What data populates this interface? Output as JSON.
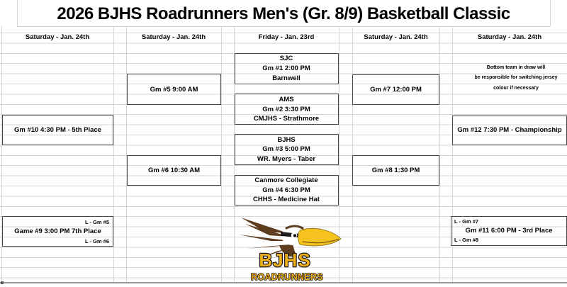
{
  "title": "2026 BJHS Roadrunners Men's (Gr. 8/9) Basketball Classic",
  "headers": [
    "Saturday - Jan. 24th",
    "Saturday - Jan. 24th",
    "Friday - Jan. 23rd",
    "Saturday - Jan. 24th",
    "Saturday - Jan. 24th"
  ],
  "games": {
    "g1": {
      "team1": "SJC",
      "info": "Gm #1 2:00 PM",
      "team2": "Barnwell"
    },
    "g2": {
      "team1": "AMS",
      "info": "Gm #2  3:30 PM",
      "team2": "CMJHS - Strathmore"
    },
    "g3": {
      "team1": "BJHS",
      "info": "Gm #3 5:00 PM",
      "team2": "WR. Myers - Taber"
    },
    "g4": {
      "team1": "Canmore Collegiate",
      "info": "Gm #4 6:30 PM",
      "team2": "CHHS - Medicine Hat"
    },
    "g5": {
      "info": "Gm #5 9:00 AM"
    },
    "g6": {
      "info": "Gm #6 10:30 AM"
    },
    "g7": {
      "info": "Gm #7 12:00 PM"
    },
    "g8": {
      "info": "Gm #8 1:30 PM"
    },
    "g9": {
      "source1": "L - Gm #5",
      "info": "Game #9 3:00 PM 7th Place",
      "source2": "L - Gm #6"
    },
    "g10": {
      "info": "Gm #10 4:30 PM - 5th Place"
    },
    "g11": {
      "source1": "L - Gm #7",
      "info": "Gm #11 6:00 PM - 3rd Place",
      "source2": "L - Gm #8"
    },
    "g12": {
      "info": "Gm #12 7:30 PM - Championship"
    }
  },
  "note": {
    "lines": [
      "Bottom team in draw will",
      "be responsible for switching jersey",
      "colour if necessary"
    ]
  },
  "logo": {
    "school": "BJHS",
    "team": "ROADRUNNERS"
  },
  "colors": {
    "gold": "#EFAE1C",
    "beak_gold": "#F5C21E",
    "brown": "#5E3C1E",
    "grid": "#D6D6D6",
    "box_border": "#484848"
  }
}
